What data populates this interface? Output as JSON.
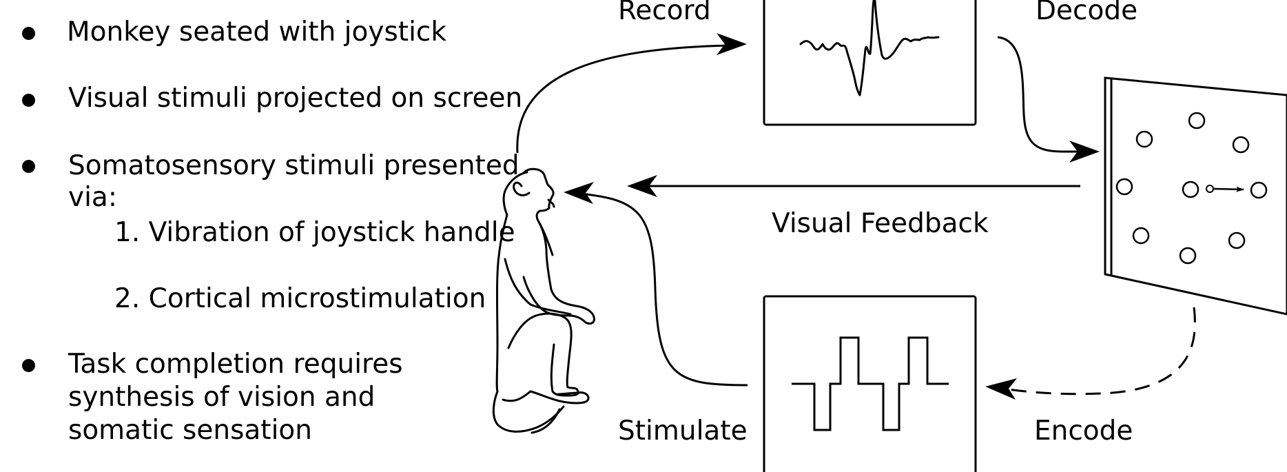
{
  "bullets": [
    {
      "lines": [
        "Monkey seated with joystick"
      ]
    },
    {
      "lines": [
        "Visual stimuli projected on screen"
      ]
    },
    {
      "lines": [
        "Somatosensory stimuli presented",
        "via:"
      ],
      "subitems": [
        "1. Vibration of joystick handle",
        "2. Cortical microstimulation"
      ]
    },
    {
      "lines": [
        "Task completion requires",
        "synthesis of vision and",
        "somatic sensation"
      ]
    }
  ],
  "diagram": {
    "labels": {
      "record": "Record",
      "decode": "Decode",
      "visual_feedback": "Visual Feedback",
      "stimulate": "Stimulate",
      "encode": "Encode"
    },
    "icons": [
      "monkey-figure-icon",
      "neural-spike-waveform-icon",
      "square-pulse-train-icon",
      "target-screen-icon"
    ]
  }
}
